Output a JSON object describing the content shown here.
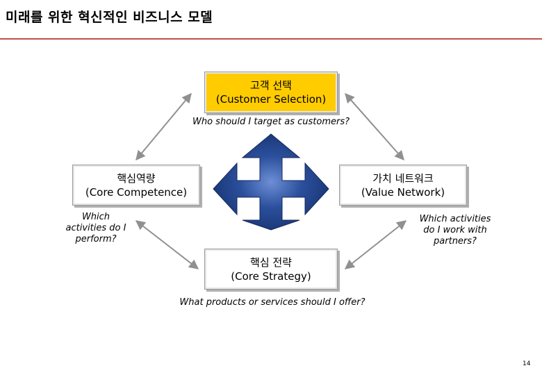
{
  "slide": {
    "title": "미래를 위한 혁신적인 비즈니스 모델",
    "page_number": "14"
  },
  "boxes": {
    "customer": {
      "ko": "고객 선택",
      "en": "(Customer Selection)"
    },
    "competence": {
      "ko": "핵심역량",
      "en": "(Core Competence)"
    },
    "network": {
      "ko": "가치 네트워크",
      "en": "(Value Network)"
    },
    "strategy": {
      "ko": "핵심 전략",
      "en": "(Core Strategy)"
    }
  },
  "questions": {
    "customer": [
      "Who should I target as customers?"
    ],
    "competence": [
      "Which",
      "activities do I",
      "perform?"
    ],
    "network": [
      "Which activities",
      "do I work with",
      "partners?"
    ],
    "strategy": [
      "What products or services should I offer?"
    ]
  },
  "colors": {
    "title_rule": "#c0504d",
    "customer_box": "#ffcc00",
    "arrow_cross": "#2b4f9c",
    "connector": "#909090"
  },
  "icons": {
    "center": "four-way-arrow-icon"
  }
}
